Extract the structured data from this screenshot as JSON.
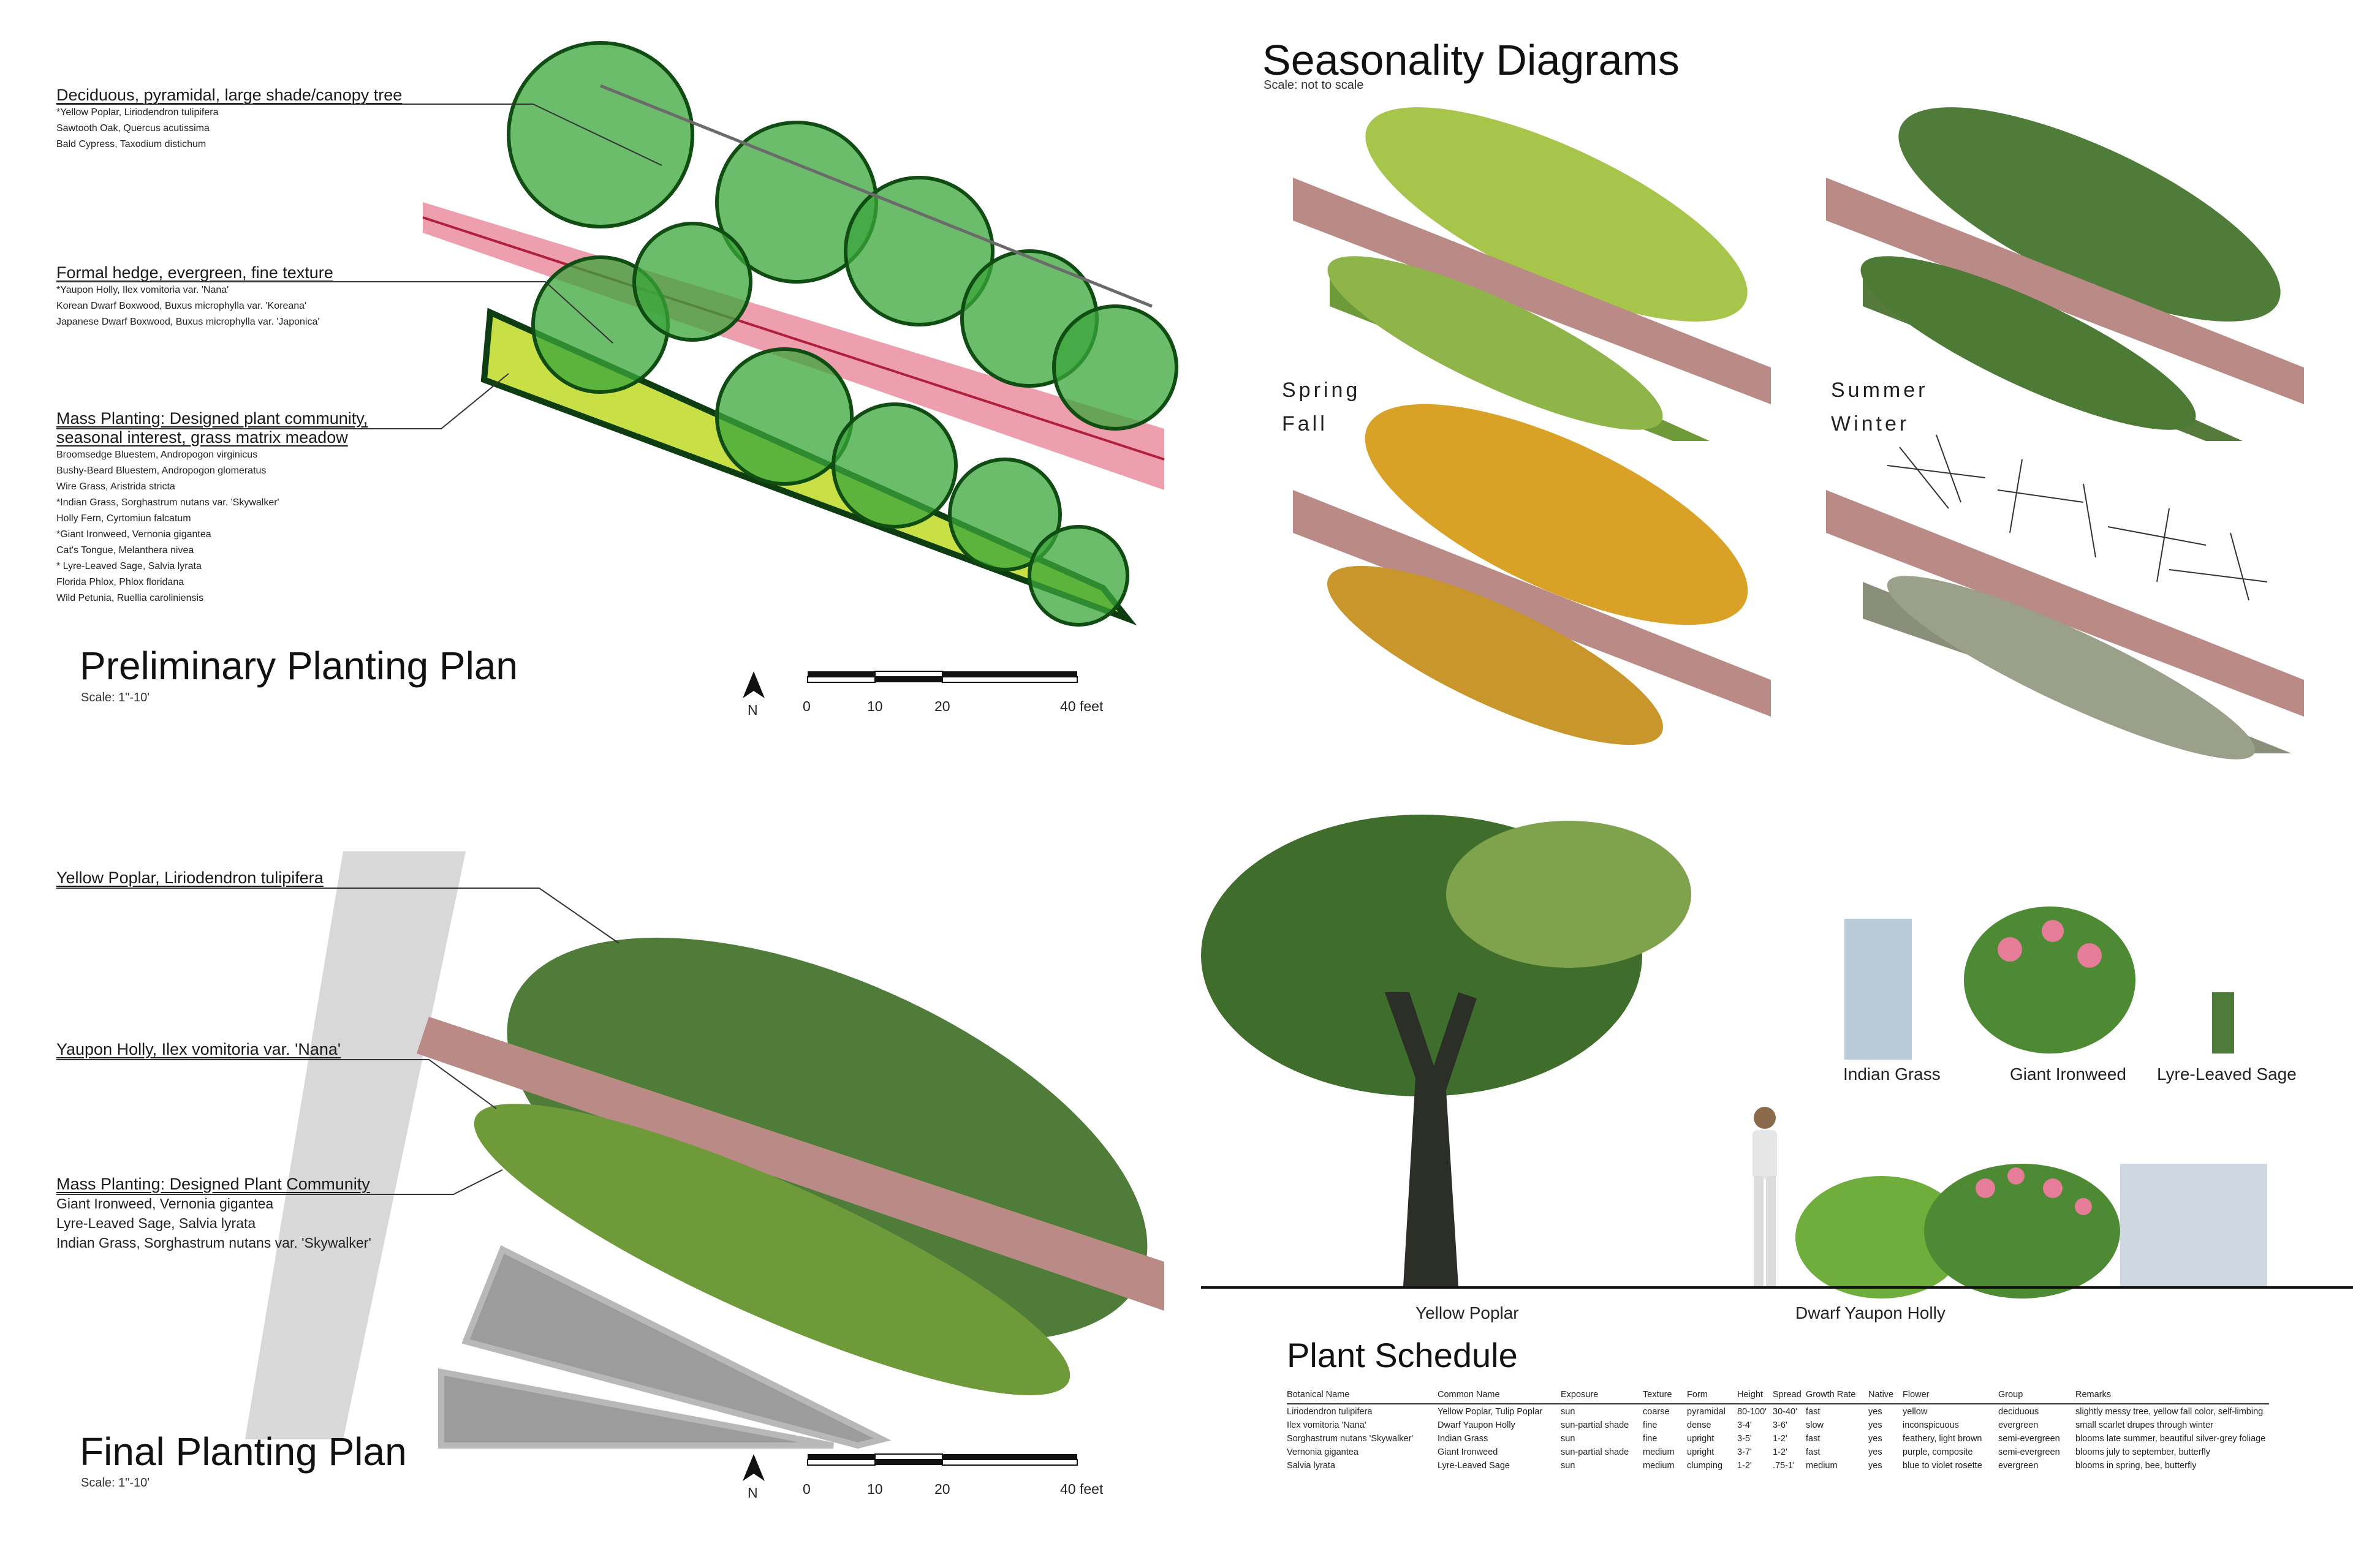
{
  "prelim": {
    "title": "Preliminary Planting Plan",
    "scale": "Scale: 1\"-10'",
    "groups": [
      {
        "heading": "Deciduous, pyramidal, large shade/canopy tree",
        "items": [
          "*Yellow Poplar, Liriodendron tulipifera",
          "Sawtooth Oak, Quercus acutissima",
          "Bald Cypress, Taxodium distichum"
        ]
      },
      {
        "heading": "Formal hedge, evergreen, fine texture",
        "items": [
          "*Yaupon Holly, Ilex vomitoria var. 'Nana'",
          "Korean Dwarf Boxwood, Buxus microphylla var. 'Koreana'",
          "Japanese Dwarf Boxwood, Buxus microphylla var. 'Japonica'"
        ]
      },
      {
        "heading": "Mass Planting: Designed plant community,",
        "heading2": "seasonal interest, grass matrix meadow",
        "items": [
          "Broomsedge Bluestem, Andropogon virginicus",
          "Bushy-Beard Bluestem, Andropogon glomeratus",
          "Wire Grass, Aristrida stricta",
          "*Indian Grass, Sorghastrum nutans var. 'Skywalker'",
          "Holly Fern, Cyrtomiun falcatum",
          "*Giant Ironweed, Vernonia gigantea",
          "Cat's Tongue, Melanthera nivea",
          "* Lyre-Leaved Sage, Salvia lyrata",
          "Florida Phlox, Phlox floridana",
          "Wild Petunia, Ruellia caroliniensis"
        ]
      }
    ]
  },
  "final": {
    "title": "Final Planting Plan",
    "scale": "Scale: 1\"-10'",
    "labels": [
      {
        "heading": "Yellow Poplar, Liriodendron tulipifera"
      },
      {
        "heading": "Yaupon Holly, Ilex vomitoria var. 'Nana'"
      },
      {
        "heading": "Mass Planting: Designed Plant Community",
        "items": [
          "Giant Ironweed, Vernonia gigantea",
          "Lyre-Leaved Sage, Salvia lyrata",
          "Indian Grass, Sorghastrum nutans var. 'Skywalker'"
        ]
      }
    ]
  },
  "scalebar": {
    "north": "N",
    "ticks": [
      "0",
      "10",
      "20",
      "40 feet"
    ]
  },
  "seasonality": {
    "title": "Seasonality Diagrams",
    "scale": "Scale: not to scale",
    "seasons": [
      "Spring",
      "Summer",
      "Fall",
      "Winter"
    ]
  },
  "elevation": {
    "plants": [
      "Indian Grass",
      "Giant Ironweed",
      "Lyre-Leaved Sage"
    ],
    "base": [
      "Yellow Poplar",
      "Dwarf Yaupon Holly"
    ]
  },
  "schedule": {
    "title": "Plant Schedule",
    "columns": [
      "Botanical Name",
      "Common Name",
      "Exposure",
      "Texture",
      "Form",
      "Height",
      "Spread",
      "Growth Rate",
      "Native",
      "Flower",
      "Group",
      "Remarks"
    ],
    "rows": [
      [
        "Liriodendron tulipifera",
        "Yellow Poplar, Tulip Poplar",
        "sun",
        "coarse",
        "pyramidal",
        "80-100'",
        "30-40'",
        "fast",
        "yes",
        "yellow",
        "deciduous",
        "slightly messy tree, yellow fall color, self-limbing"
      ],
      [
        "Ilex vomitoria 'Nana'",
        "Dwarf Yaupon Holly",
        "sun-partial shade",
        "fine",
        "dense",
        "3-4'",
        "3-6'",
        "slow",
        "yes",
        "inconspicuous",
        "evergreen",
        "small scarlet drupes through winter"
      ],
      [
        "Sorghastrum nutans 'Skywalker'",
        "Indian Grass",
        "sun",
        "fine",
        "upright",
        "3-5'",
        "1-2'",
        "fast",
        "yes",
        "feathery, light brown",
        "semi-evergreen",
        "blooms late summer, beautiful silver-grey foliage"
      ],
      [
        "Vernonia gigantea",
        "Giant Ironweed",
        "sun-partial shade",
        "medium",
        "upright",
        "3-7'",
        "1-2'",
        "fast",
        "yes",
        "purple, composite",
        "semi-evergreen",
        "blooms july to september, butterfly"
      ],
      [
        "Salvia lyrata",
        "Lyre-Leaved Sage",
        "sun",
        "medium",
        "clumping",
        "1-2'",
        ".75-1'",
        "medium",
        "yes",
        "blue to violet rosette",
        "evergreen",
        "blooms in spring, bee, butterfly"
      ]
    ]
  },
  "colors": {
    "tree_green": "#2f9a2c",
    "hedge_yellow": "#c8e046",
    "path_pink": "#e8889a",
    "brick": "#b98a86",
    "fall": "#d9a227",
    "summer": "#4f7d39",
    "winter": "#555555"
  }
}
